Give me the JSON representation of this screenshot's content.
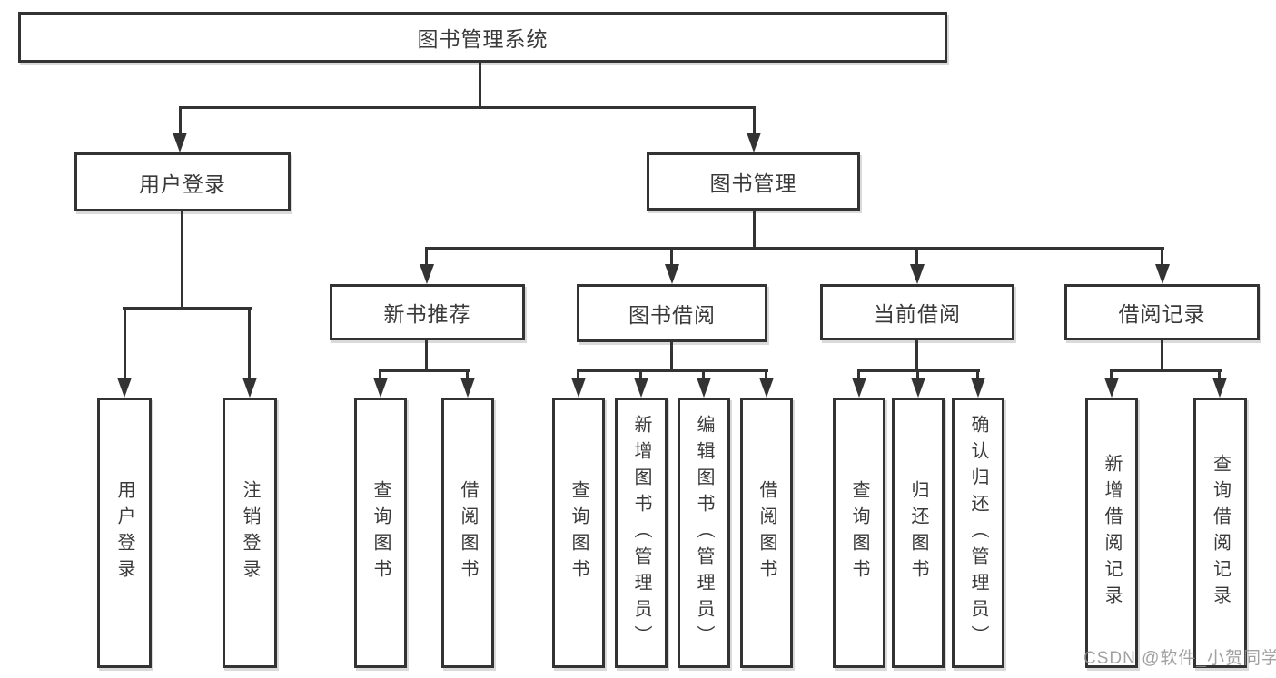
{
  "colors": {
    "line": "#333333",
    "box_border": "#333333",
    "box_fill": "#ffffff",
    "text": "#3a3a3a",
    "watermark": "#919191",
    "background": "#ffffff"
  },
  "watermark": {
    "text": "CSDN @软件_小贺同学"
  },
  "diagram": {
    "type": "hierarchy",
    "root": {
      "label": "图书管理系统"
    },
    "level2": [
      {
        "id": "user-login",
        "label": "用户登录"
      },
      {
        "id": "book-management",
        "label": "图书管理"
      }
    ],
    "level3": [
      {
        "id": "new-book-recommend",
        "label": "新书推荐",
        "parent": "book-management"
      },
      {
        "id": "book-borrow",
        "label": "图书借阅",
        "parent": "book-management"
      },
      {
        "id": "current-borrow",
        "label": "当前借阅",
        "parent": "book-management"
      },
      {
        "id": "borrow-records",
        "label": "借阅记录",
        "parent": "book-management"
      }
    ],
    "level4": {
      "user_login_children": [
        {
          "label": "用户登录"
        },
        {
          "label": "注销登录"
        }
      ],
      "new_book_children": [
        {
          "label": "查询图书"
        },
        {
          "label": "借阅图书"
        }
      ],
      "book_borrow_children": [
        {
          "label": "查询图书"
        },
        {
          "label": "新增图书（管理员）"
        },
        {
          "label": "编辑图书（管理员）"
        },
        {
          "label": "借阅图书"
        }
      ],
      "current_borrow_children": [
        {
          "label": "查询图书"
        },
        {
          "label": "归还图书"
        },
        {
          "label": "确认归还（管理员）"
        }
      ],
      "borrow_record_children": [
        {
          "label": "新增借阅记录"
        },
        {
          "label": "查询借阅记录"
        }
      ]
    }
  }
}
